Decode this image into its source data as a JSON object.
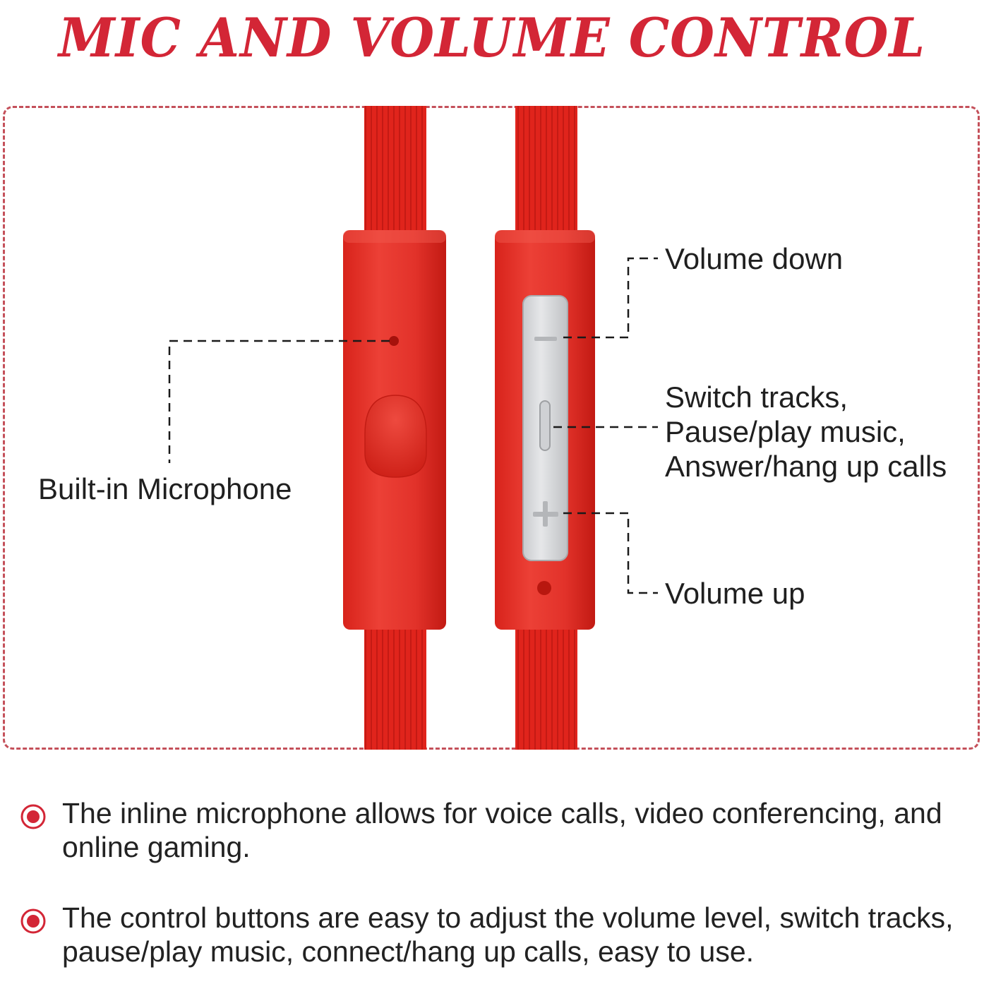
{
  "title": "MIC AND VOLUME CONTROL",
  "colors": {
    "brand_red": "#d32636",
    "cable_red": "#e0241c",
    "frame_dash": "#c4505a",
    "panel_silver": "#d7d9dc"
  },
  "diagram": {
    "labels": {
      "microphone": "Built-in Microphone",
      "volume_down": "Volume down",
      "middle_line1": "Switch tracks,",
      "middle_line2": "Pause/play music,",
      "middle_line3": "Answer/hang up calls",
      "volume_up": "Volume up"
    },
    "icons": {
      "minus": "minus-icon",
      "plus": "plus-icon",
      "bullet": "target-bullet-icon"
    }
  },
  "bullets": [
    {
      "text": "The inline microphone allows for voice calls, video conferencing, and online gaming."
    },
    {
      "text": "The control buttons are easy to adjust the volume level, switch tracks, pause/play music, connect/hang up calls, easy to use."
    }
  ]
}
